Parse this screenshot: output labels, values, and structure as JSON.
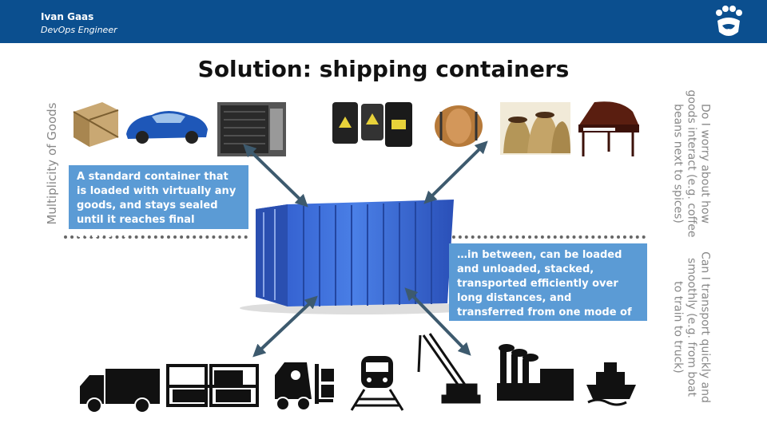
{
  "header": {
    "author": "Ivan Gaas",
    "role": "DevOps Engineer"
  },
  "slide": {
    "title": "Solution: shipping containers",
    "left_label": "Multiplicity of Goods",
    "right_top_label": "Do I worry about how goods interact (e.g. coffee beans next to spices)",
    "right_bottom_label": "Can I transport quickly and smoothly (e.g. from boat to train to truck)",
    "callout_left": "A standard container that is loaded with virtually any goods, and stays sealed until it reaches final delivery.",
    "callout_right": "…in between, can be loaded and unloaded, stacked, transported efficiently over long distances, and transferred from one mode of transport to another"
  },
  "icons": {
    "goods": [
      "crate-icon",
      "sports-car-icon",
      "server-rack-icon",
      "oil-barrels-icon",
      "wooden-barrel-icon",
      "coffee-sacks-icon",
      "piano-icon"
    ],
    "transport": [
      "truck-icon",
      "warehouse-shelf-icon",
      "forklift-icon",
      "train-icon",
      "crane-icon",
      "factory-icon",
      "ship-icon"
    ]
  },
  "colors": {
    "header_bg": "#0b4f8f",
    "callout_bg": "#5b9bd5",
    "container_blue": "#3b6fd6",
    "arrow": "#3d5a6e"
  }
}
